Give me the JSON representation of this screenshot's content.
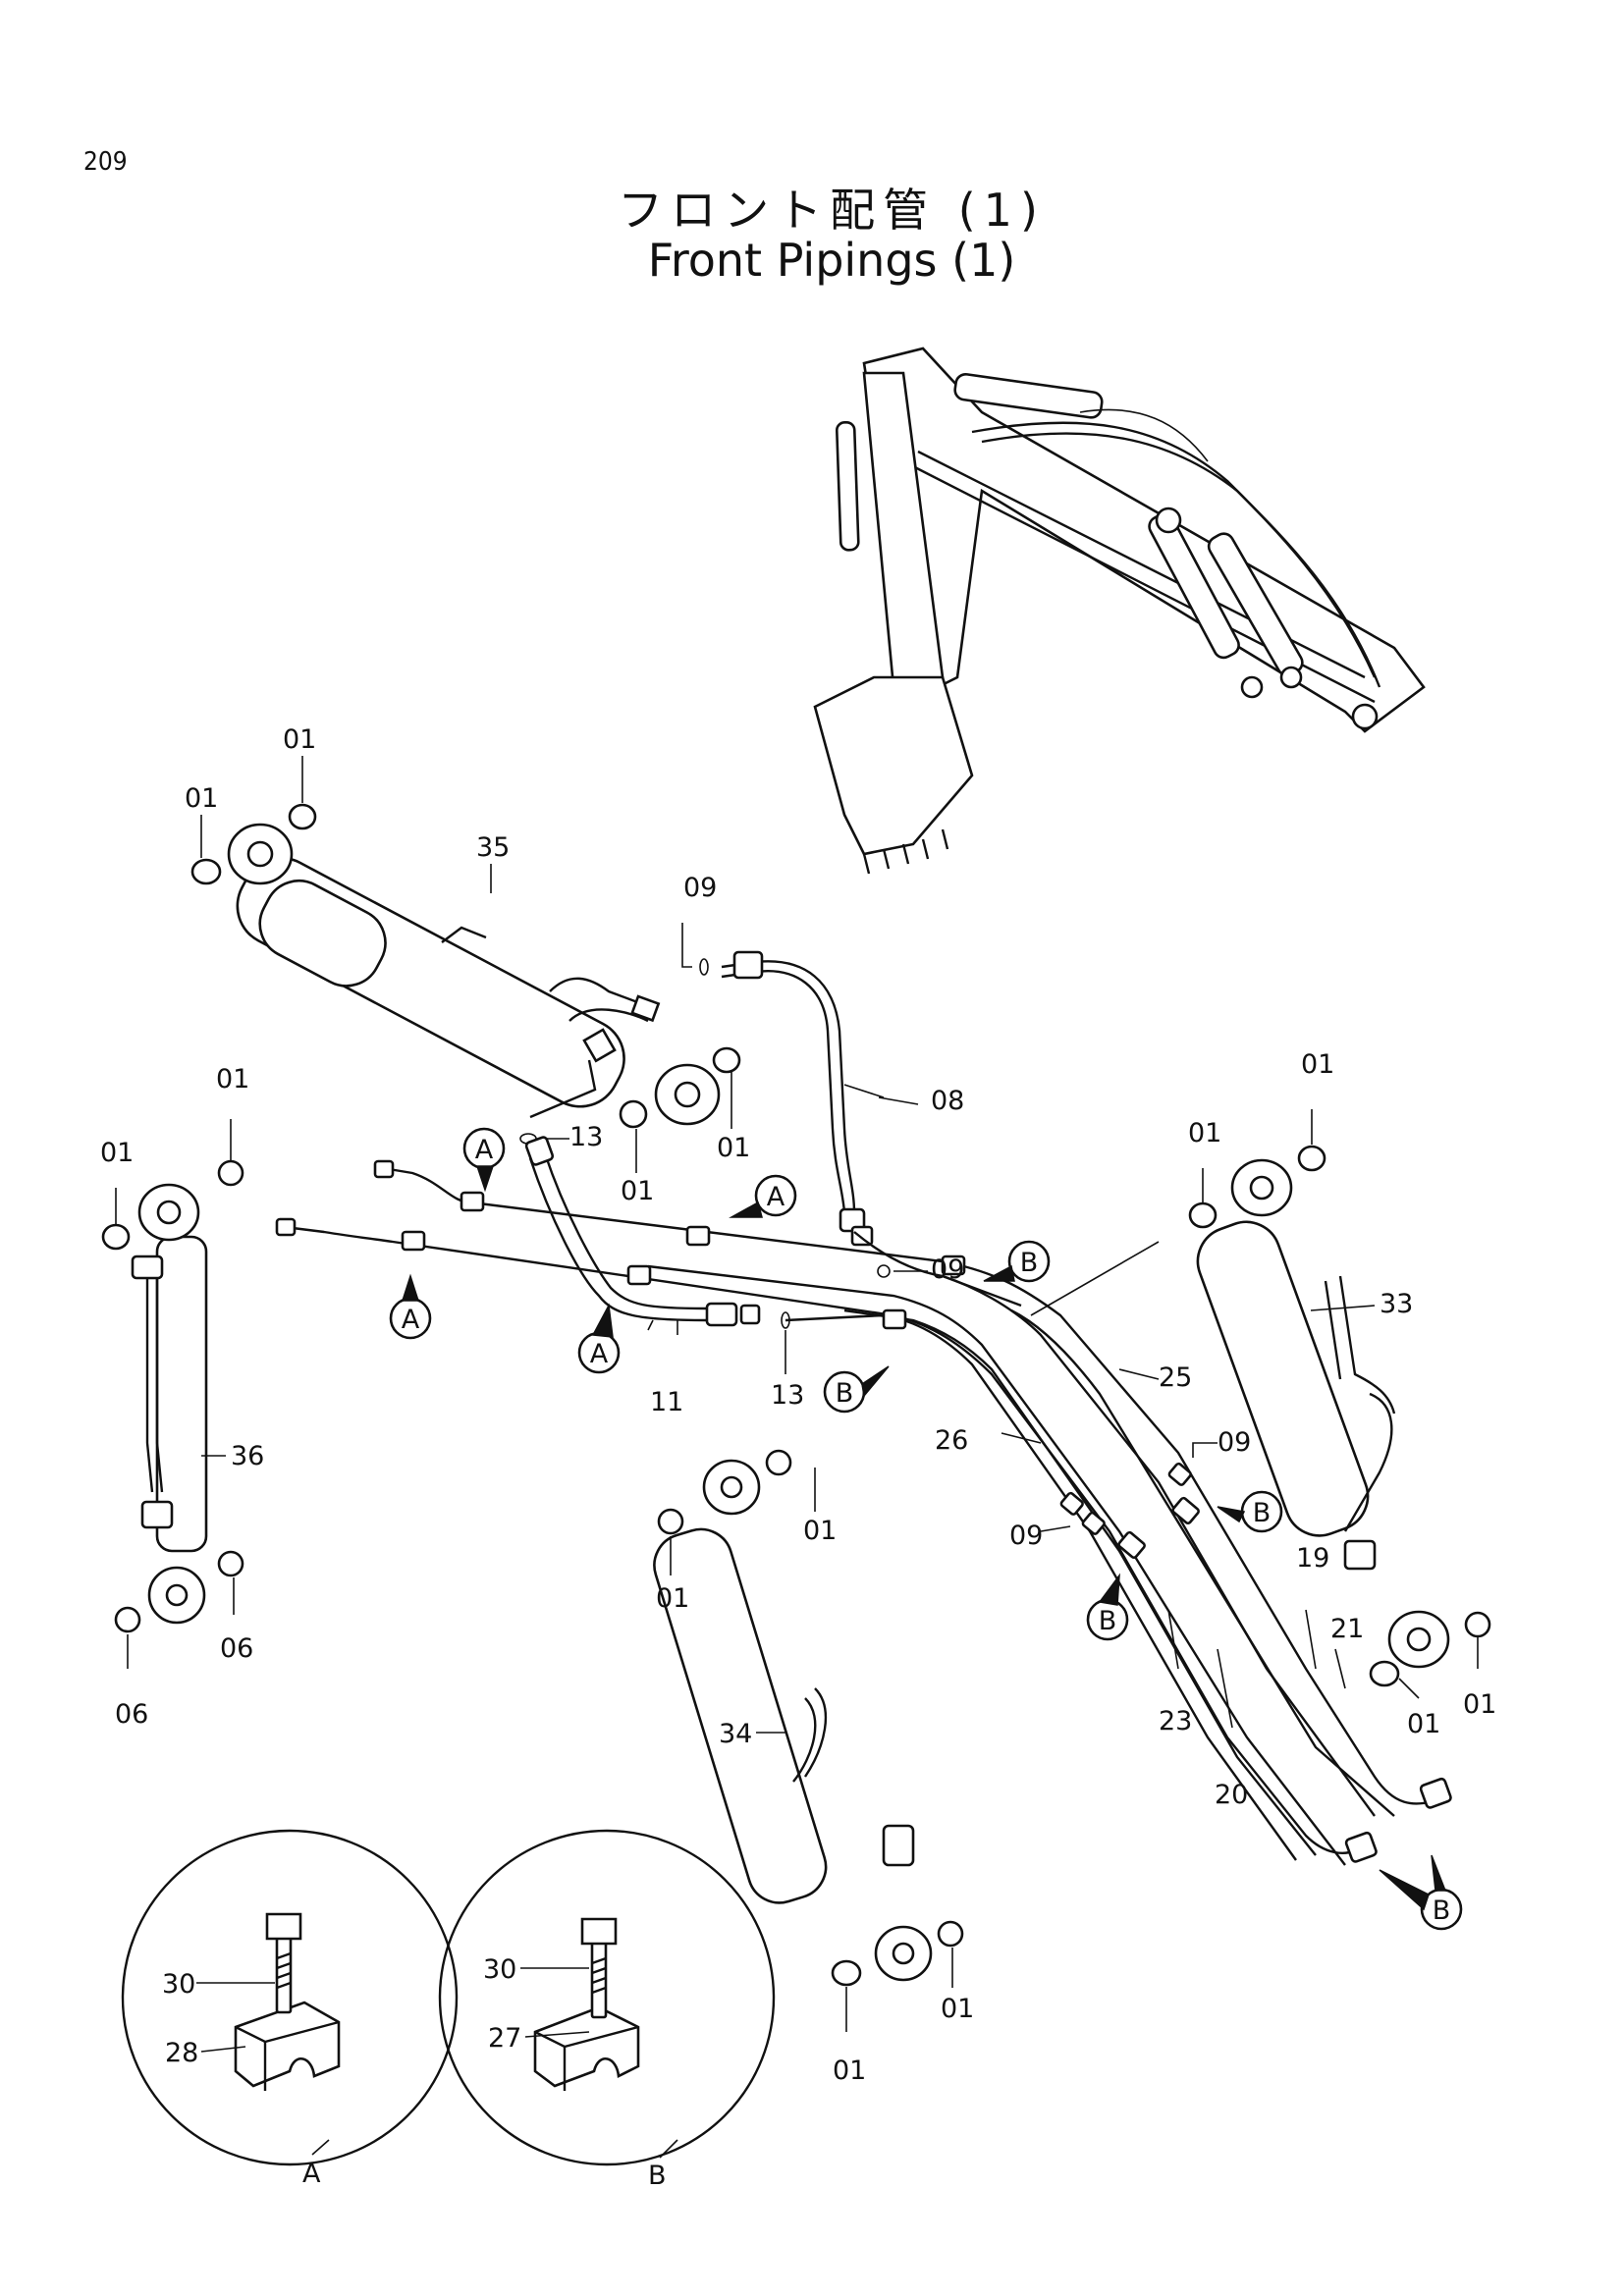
{
  "page": {
    "number": "209"
  },
  "title": {
    "jp": "フロント配管 (1)",
    "en": "Front Pipings (1)"
  },
  "labels": {
    "l01": "01",
    "l06": "06",
    "l08": "08",
    "l09": "09",
    "l11": "11",
    "l13": "13",
    "l19": "19",
    "l20": "20",
    "l21": "21",
    "l23": "23",
    "l25": "25",
    "l26": "26",
    "l27": "27",
    "l28": "28",
    "l30": "30",
    "l33": "33",
    "l34": "34",
    "l35": "35",
    "l36": "36"
  },
  "markers": {
    "a": "A",
    "b": "B"
  },
  "details": {
    "a": "A",
    "b": "B"
  }
}
